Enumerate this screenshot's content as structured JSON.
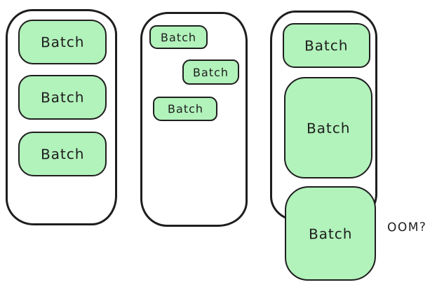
{
  "colors": {
    "background": "#ffffff",
    "batch_fill": "#b2f2bb",
    "stroke": "#1e1e1e",
    "text": "#1e1e1e"
  },
  "diagram": {
    "containers": [
      {
        "batches": [
          {
            "label": "Batch"
          },
          {
            "label": "Batch"
          },
          {
            "label": "Batch"
          }
        ]
      },
      {
        "batches": [
          {
            "label": "Batch"
          },
          {
            "label": "Batch"
          },
          {
            "label": "Batch"
          }
        ]
      },
      {
        "batches": [
          {
            "label": "Batch"
          },
          {
            "label": "Batch"
          },
          {
            "label": "Batch"
          }
        ]
      }
    ],
    "annotation": {
      "label": "OOM?"
    }
  }
}
